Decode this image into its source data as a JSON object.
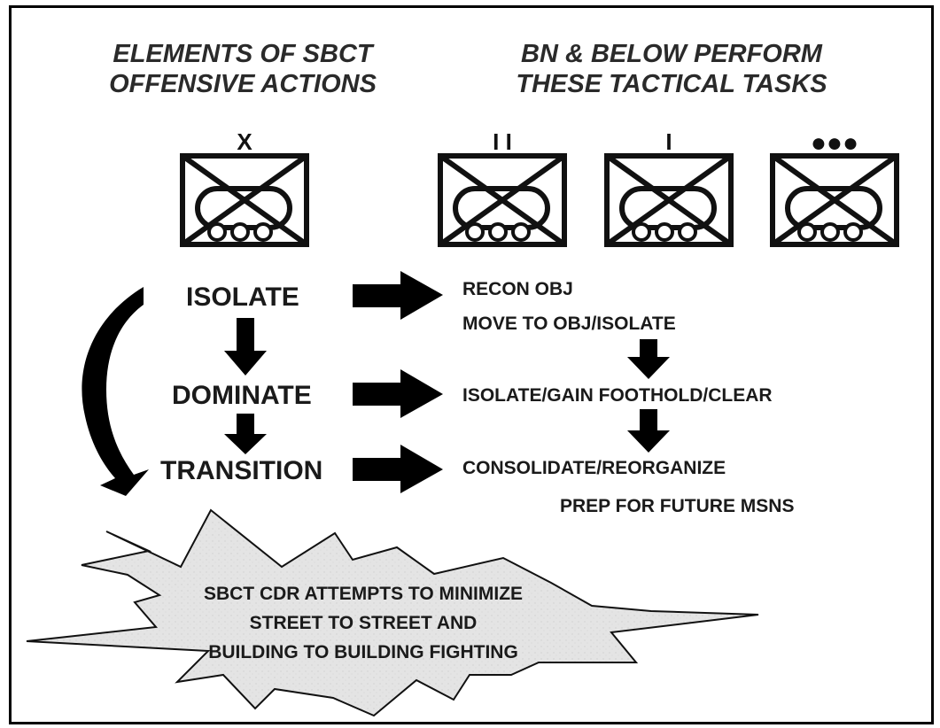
{
  "headers": {
    "left": [
      "ELEMENTS OF SBCT",
      "OFFENSIVE ACTIONS"
    ],
    "right": [
      "BN & BELOW PERFORM",
      "THESE TACTICAL TASKS"
    ]
  },
  "unit_symbols": [
    {
      "echelon_mark": "X"
    },
    {
      "echelon_mark": "I I"
    },
    {
      "echelon_mark": "I"
    },
    {
      "echelon_mark": "●●●"
    }
  ],
  "stages": [
    "ISOLATE",
    "DOMINATE",
    "TRANSITION"
  ],
  "tasks": {
    "isolate": [
      "RECON OBJ",
      "MOVE TO OBJ/ISOLATE"
    ],
    "dominate": [
      "ISOLATE/GAIN FOOTHOLD/CLEAR"
    ],
    "transition": [
      "CONSOLIDATE/REORGANIZE",
      "PREP FOR FUTURE MSNS"
    ]
  },
  "callout": [
    "SBCT CDR ATTEMPTS TO MINIMIZE",
    "STREET TO STREET AND",
    "BUILDING TO BUILDING FIGHTING"
  ]
}
